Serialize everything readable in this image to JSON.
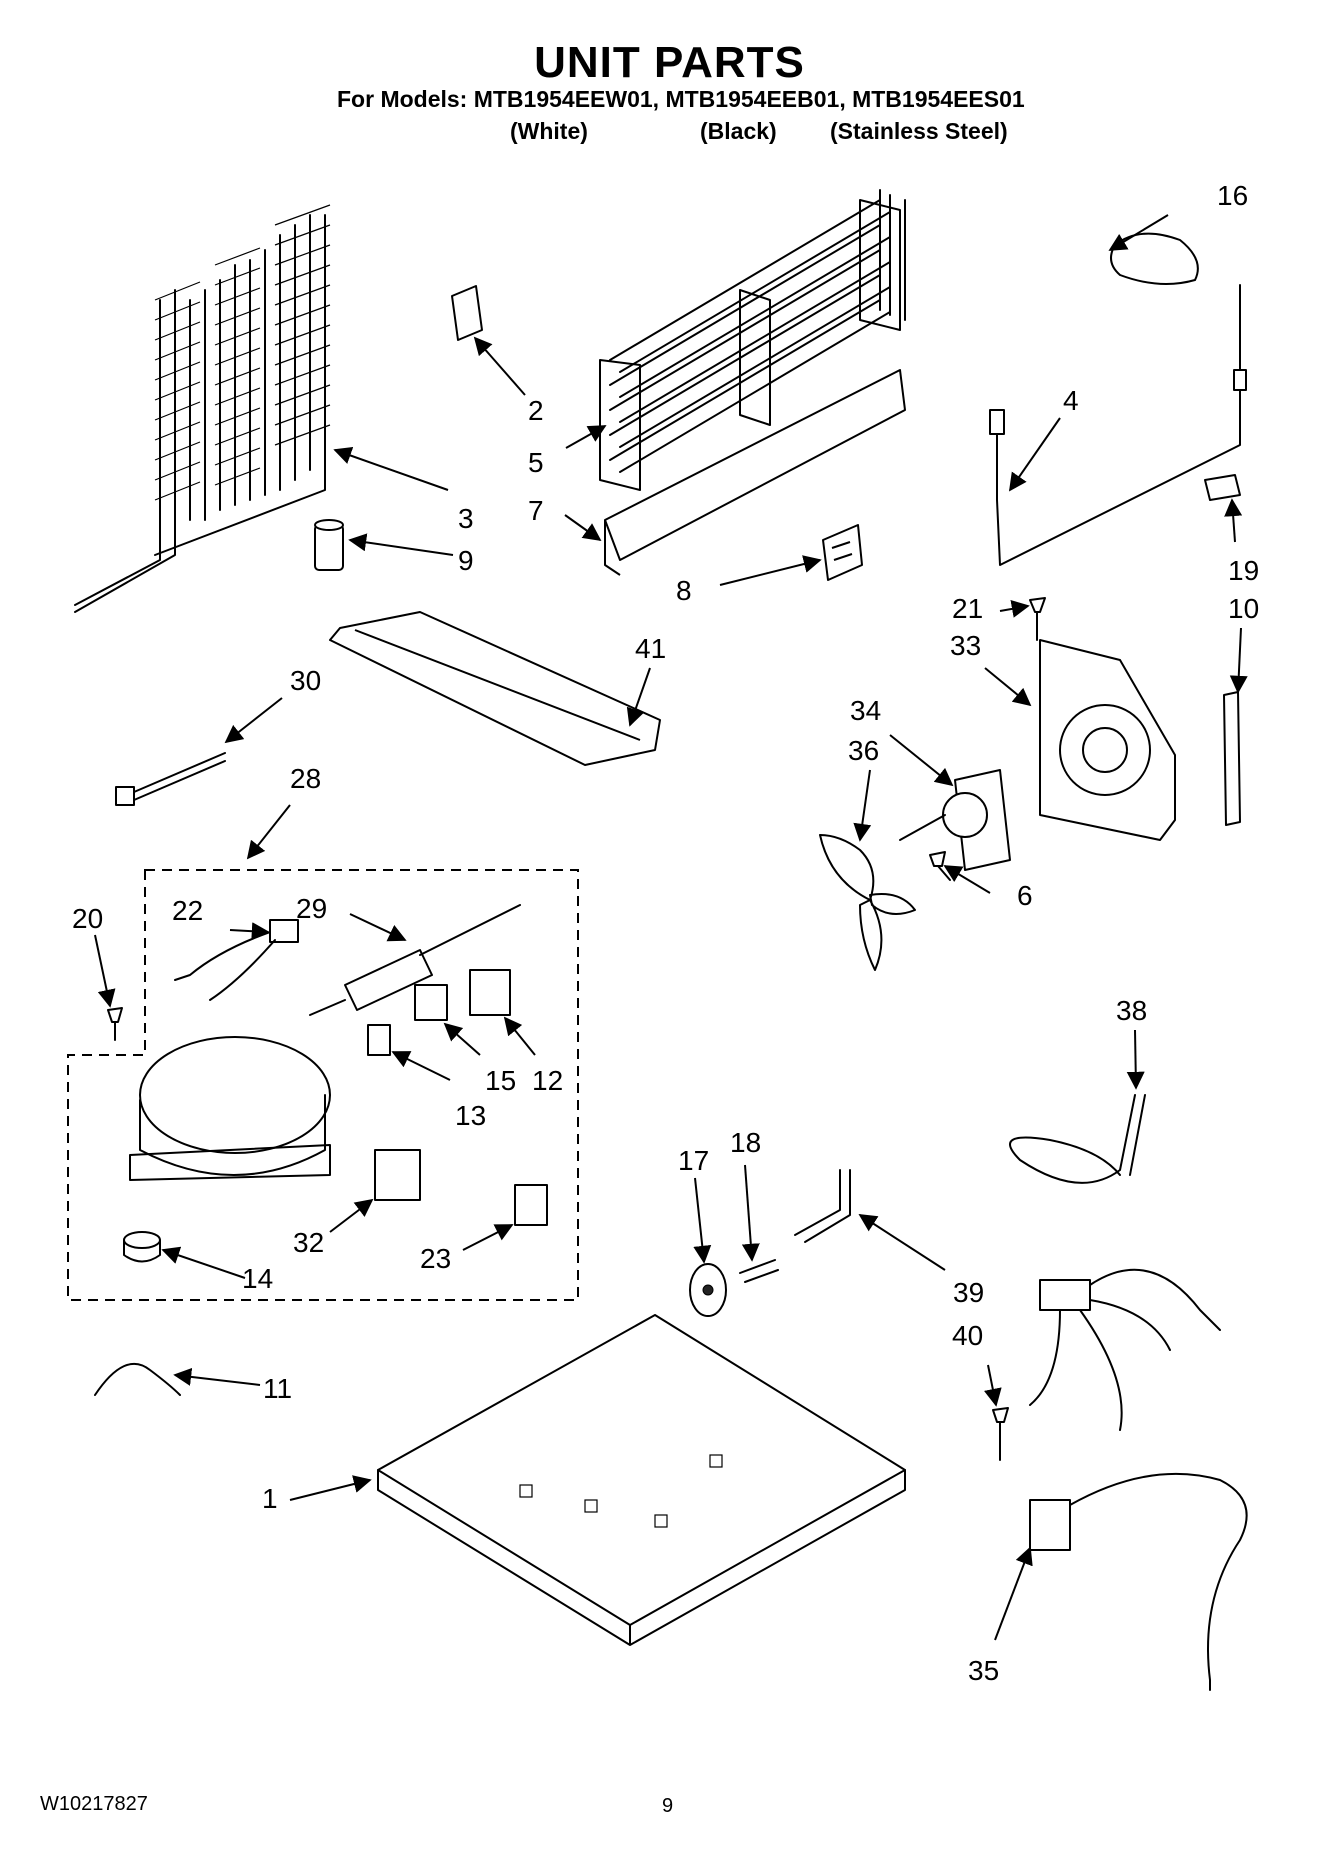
{
  "header": {
    "title": "UNIT PARTS",
    "models_line": "For Models: MTB1954EEW01, MTB1954EEB01, MTB1954EES01",
    "finishes": [
      "(White)",
      "(Black)",
      "(Stainless Steel)"
    ]
  },
  "callouts": {
    "c1": "1",
    "c2": "2",
    "c3": "3",
    "c4": "4",
    "c5": "5",
    "c6": "6",
    "c7": "7",
    "c8": "8",
    "c9": "9",
    "c10": "10",
    "c11": "11",
    "c12": "12",
    "c13": "13",
    "c14": "14",
    "c15": "15",
    "c16": "16",
    "c17": "17",
    "c18": "18",
    "c19": "19",
    "c20": "20",
    "c21": "21",
    "c22": "22",
    "c23": "23",
    "c28": "28",
    "c29": "29",
    "c30": "30",
    "c32": "32",
    "c33": "33",
    "c34": "34",
    "c35": "35",
    "c36": "36",
    "c38": "38",
    "c39": "39",
    "c40": "40",
    "c41": "41"
  },
  "footer": {
    "doc_number": "W10217827",
    "page_number": "9"
  }
}
